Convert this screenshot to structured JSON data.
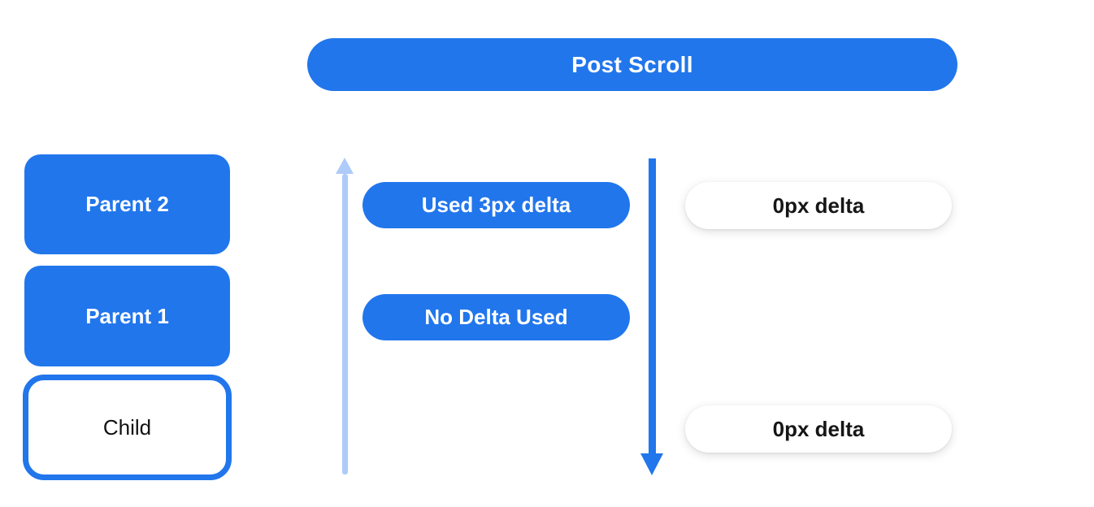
{
  "colors": {
    "primary_blue": "#2176ec",
    "light_blue": "#aecbfa",
    "pill_text_white": "#ffffff",
    "dark_text": "#161616",
    "background": "#ffffff"
  },
  "header": {
    "label": "Post Scroll"
  },
  "scroll_chain": {
    "boxes": [
      {
        "label": "Parent 2",
        "style": "filled"
      },
      {
        "label": "Parent 1",
        "style": "filled"
      },
      {
        "label": "Child",
        "style": "outlined"
      }
    ]
  },
  "deltas": {
    "consumed": [
      {
        "label": "Used 3px delta"
      },
      {
        "label": "No Delta Used"
      }
    ],
    "remaining": [
      {
        "label": "0px delta"
      },
      {
        "label": "0px delta"
      }
    ]
  },
  "arrows": {
    "up": {
      "direction": "up",
      "color": "#aecbfa"
    },
    "down": {
      "direction": "down",
      "color": "#2176ec"
    }
  }
}
